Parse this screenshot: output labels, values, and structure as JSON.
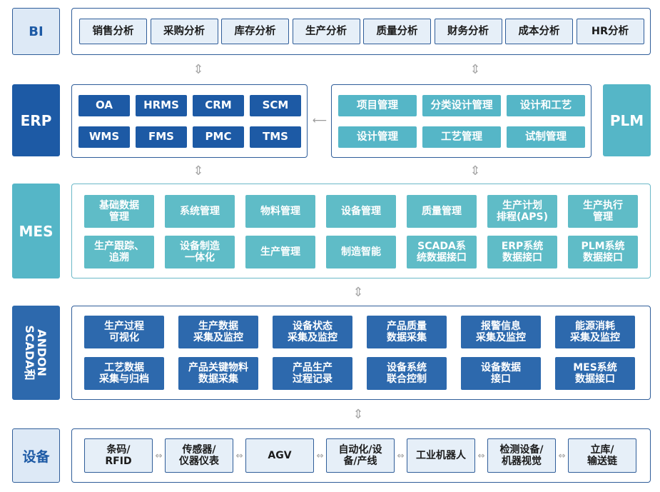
{
  "layers": {
    "bi": "BI",
    "erp": "ERP",
    "plm": "PLM",
    "mes": "MES",
    "scada": "ANDON\nSCADA和",
    "device": "设备"
  },
  "bi_items": [
    "销售分析",
    "采购分析",
    "库存分析",
    "生产分析",
    "质量分析",
    "财务分析",
    "成本分析",
    "HR分析"
  ],
  "erp_items": [
    "OA",
    "HRMS",
    "CRM",
    "SCM",
    "WMS",
    "FMS",
    "PMC",
    "TMS"
  ],
  "plm_items": [
    "项目管理",
    "分类设计管理",
    "设计和工艺",
    "设计管理",
    "工艺管理",
    "试制管理"
  ],
  "mes_items": [
    "基础数据\n管理",
    "系统管理",
    "物料管理",
    "设备管理",
    "质量管理",
    "生产计划\n排程(APS)",
    "生产执行\n管理",
    "生产跟踪、\n追溯",
    "设备制造\n一体化",
    "生产管理",
    "制造智能",
    "SCADA系\n统数据接口",
    "ERP系统\n数据接口",
    "PLM系统\n数据接口"
  ],
  "scada_items": [
    "生产过程\n可视化",
    "生产数据\n采集及监控",
    "设备状态\n采集及监控",
    "产品质量\n数据采集",
    "报警信息\n采集及监控",
    "能源消耗\n采集及监控",
    "工艺数据\n采集与归档",
    "产品关键物料\n数据采集",
    "产品生产\n过程记录",
    "设备系统\n联合控制",
    "设备数据\n接口",
    "MES系统\n数据接口"
  ],
  "device_items": [
    "条码/\nRFID",
    "传感器/\n仪器仪表",
    "AGV",
    "自动化/设\n备/产线",
    "工业机器人",
    "检测设备/\n机器视觉",
    "立库/\n输送链"
  ],
  "colors": {
    "dark_blue": "#1d5aa5",
    "teal": "#55b6c7",
    "light_fill": "#e6eff8",
    "frame_border": "#2f5d99"
  }
}
